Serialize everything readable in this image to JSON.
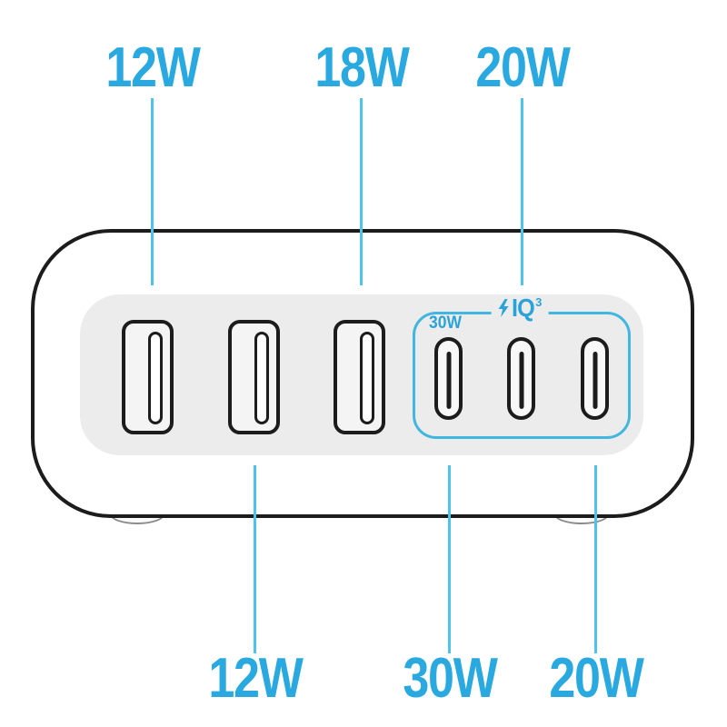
{
  "device": {
    "type": "multi-port-usb-wall-charger",
    "usb_a_port_count": 3,
    "usb_c_port_count": 3,
    "badge": {
      "power_label": "30W",
      "brand": "IQ",
      "superscript": "3",
      "bolt_icon": "lightning-icon"
    }
  },
  "callouts": {
    "top": [
      {
        "label": "12W",
        "port": "usb-a-port-1"
      },
      {
        "label": "18W",
        "port": "usb-a-port-3"
      },
      {
        "label": "20W",
        "port": "usb-c-port-2"
      }
    ],
    "bottom": [
      {
        "label": "12W",
        "port": "usb-a-port-2"
      },
      {
        "label": "30W",
        "port": "usb-c-port-1"
      },
      {
        "label": "20W",
        "port": "usb-c-port-3"
      }
    ]
  },
  "colors": {
    "accent_blue": "#29a9e0",
    "line_blue": "#4ec4ea",
    "frame_blue": "#41b6df",
    "badge_blue": "#2ba3d9",
    "outline_black": "#1c1c1c",
    "panel_gray": "#ececec"
  }
}
